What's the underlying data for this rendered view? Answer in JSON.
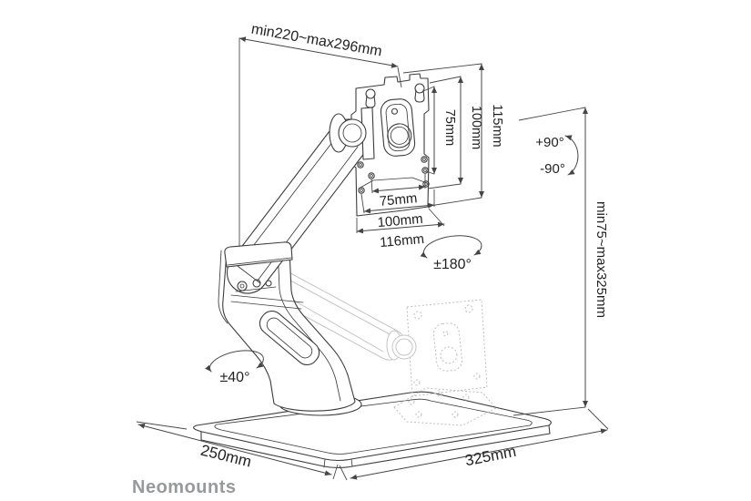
{
  "brand": "Neomounts",
  "labels": {
    "arm_extension": "min220~max296mm",
    "vesa_75_v": "75mm",
    "vesa_100_v": "100mm",
    "vesa_115_v": "115mm",
    "vesa_75_h": "75mm",
    "vesa_100_h": "100mm",
    "vesa_116_h": "116mm",
    "height_range": "min75~max325mm",
    "tilt_up": "+90°",
    "tilt_down": "-90°",
    "swivel": "±180°",
    "base_rotation": "±40°",
    "base_depth": "250mm",
    "base_width": "325mm"
  },
  "colors": {
    "line": "#3c3c3c",
    "dimension": "#454545",
    "ghost": "#c5c5c5",
    "brand_gray": "#98999b",
    "background": "#ffffff"
  }
}
